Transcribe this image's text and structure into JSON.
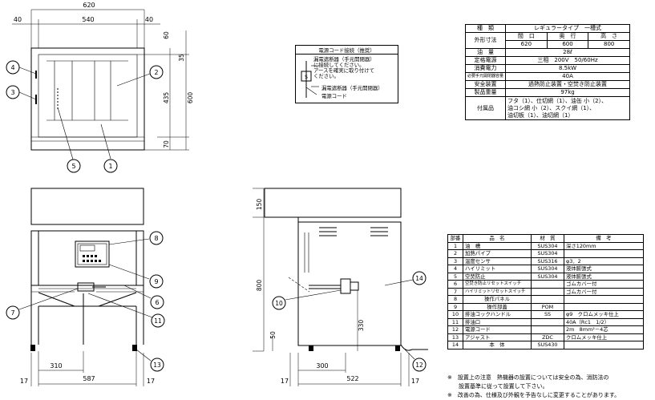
{
  "top_view": {
    "dims": {
      "width": "620",
      "inner": "540",
      "left_margin": "40",
      "right_margin": "40",
      "depth": "600",
      "inner_depth": "435",
      "top_offset": "60",
      "back_offset": "35",
      "front_offset": "70"
    },
    "balloons": [
      "1",
      "2",
      "3",
      "4",
      "5"
    ]
  },
  "front_view": {
    "dims": {
      "width": "587",
      "center": "310",
      "left_offset": "17",
      "right_offset": "17"
    },
    "balloons": [
      "6",
      "7",
      "8",
      "9",
      "11",
      "13"
    ]
  },
  "side_view": {
    "dims": {
      "height": "800",
      "top": "150",
      "depth": "522",
      "center": "300",
      "low": "50",
      "drain_height": "330",
      "left_offset": "17",
      "right_offset": "17"
    },
    "balloons": [
      "10",
      "12",
      "14"
    ]
  },
  "cord_box": {
    "title": "電源コード接続（推奨）",
    "lines": [
      "漏電遮断器（手元開閉器）",
      "に接続してください。",
      "アースを確実に取り付けて",
      "ください。"
    ],
    "label_breaker": "漏電遮断器（手元開閉器）",
    "label_cord": "電源コード"
  },
  "spec_table": {
    "rows": [
      {
        "label": "種　類",
        "value": "レギュラータイプ　一槽式"
      },
      {
        "label": "外形寸法",
        "sub_headers": [
          "間　口",
          "奥　行",
          "高　さ"
        ],
        "sub_values": [
          "620",
          "600",
          "800"
        ]
      },
      {
        "label": "油　量",
        "value": "28ℓ"
      },
      {
        "label": "定格電源",
        "value": "三相　200V　50/60Hz"
      },
      {
        "label": "消費電力",
        "value": "8.5kW"
      },
      {
        "label": "必要手元開閉器容量",
        "value": "40A"
      },
      {
        "label": "安全装置",
        "value": "過熱防止装置・空焚き防止装置"
      },
      {
        "label": "製品重量",
        "value": "97kg"
      },
      {
        "label": "付属品",
        "lines": [
          "フタ（1）、仕切網（1）、油缶 小（2）、",
          "油コシ網 小（2）、スクイ網（1）、",
          "油切板（1）、油切網（1）"
        ]
      }
    ]
  },
  "parts_table": {
    "headers": [
      "部番",
      "品　名",
      "材　質",
      "備　考"
    ],
    "rows": [
      [
        "1",
        "油　槽",
        "SUS304",
        "深さ120mm"
      ],
      [
        "2",
        "加熱パイプ",
        "SUS304",
        ""
      ],
      [
        "3",
        "温度センサ",
        "SUS316",
        "φ3．2"
      ],
      [
        "4",
        "ハイリミット",
        "SUS304",
        "液体膨張式"
      ],
      [
        "5",
        "空焚防止",
        "SUS304",
        "液体膨張式"
      ],
      [
        "6",
        "空焚き防止リセットスイッチ",
        "",
        "ゴムカバー付"
      ],
      [
        "7",
        "ハイリミットリセットスイッチ",
        "",
        "ゴムカバー付"
      ],
      [
        "8",
        "操作パネル",
        "",
        ""
      ],
      [
        "9",
        "操作部蓋",
        "POM",
        ""
      ],
      [
        "10",
        "排油コックハンドル",
        "SS",
        "φ9　クロムメッキ仕上"
      ],
      [
        "11",
        "排油口",
        "",
        "40A（Rc1　1/2）"
      ],
      [
        "12",
        "電源コード",
        "",
        "2m　8mm²－4芯"
      ],
      [
        "13",
        "アジャスト",
        "ZDC",
        "クロムメッキ仕上"
      ],
      [
        "14",
        "本　体",
        "SUS430",
        ""
      ]
    ]
  },
  "notes": [
    "※　設置上の注意　熱機器の設置については安全の為、消防法の",
    "　　設置基準に従って設置して下さい。",
    "※　改善の為、仕様及び外観を予告なしに変更することがあります。"
  ]
}
